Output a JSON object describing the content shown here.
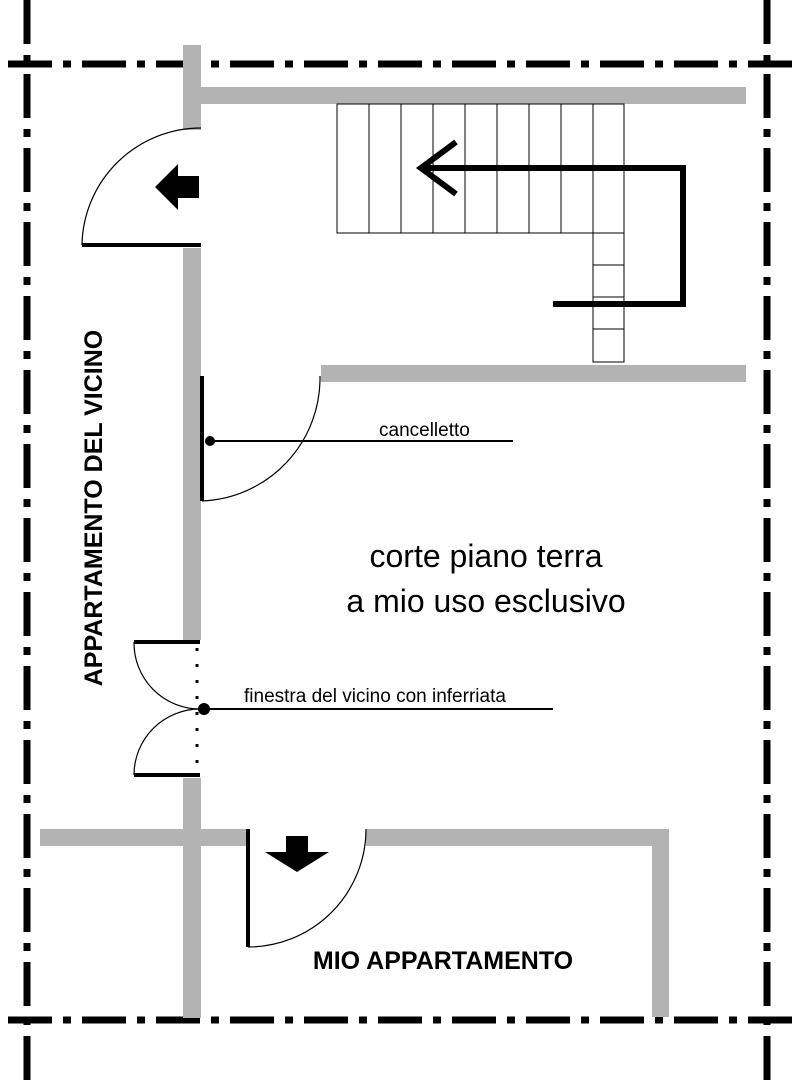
{
  "labels": {
    "neighbor_apartment": "APPARTAMENTO DEL VICINO",
    "gate": "cancelletto",
    "courtyard_line1": "corte piano terra",
    "courtyard_line2": "a mio uso esclusivo",
    "neighbor_window": "finestra del vicino con inferriata",
    "my_apartment": "MIO APPARTAMENTO"
  },
  "colors": {
    "wall": "#b3b3b3",
    "ink": "#000000",
    "background": "#ffffff"
  },
  "icons": {
    "entry_arrow_neighbor": "arrow-left-icon",
    "entry_arrow_mine": "arrow-down-icon"
  }
}
